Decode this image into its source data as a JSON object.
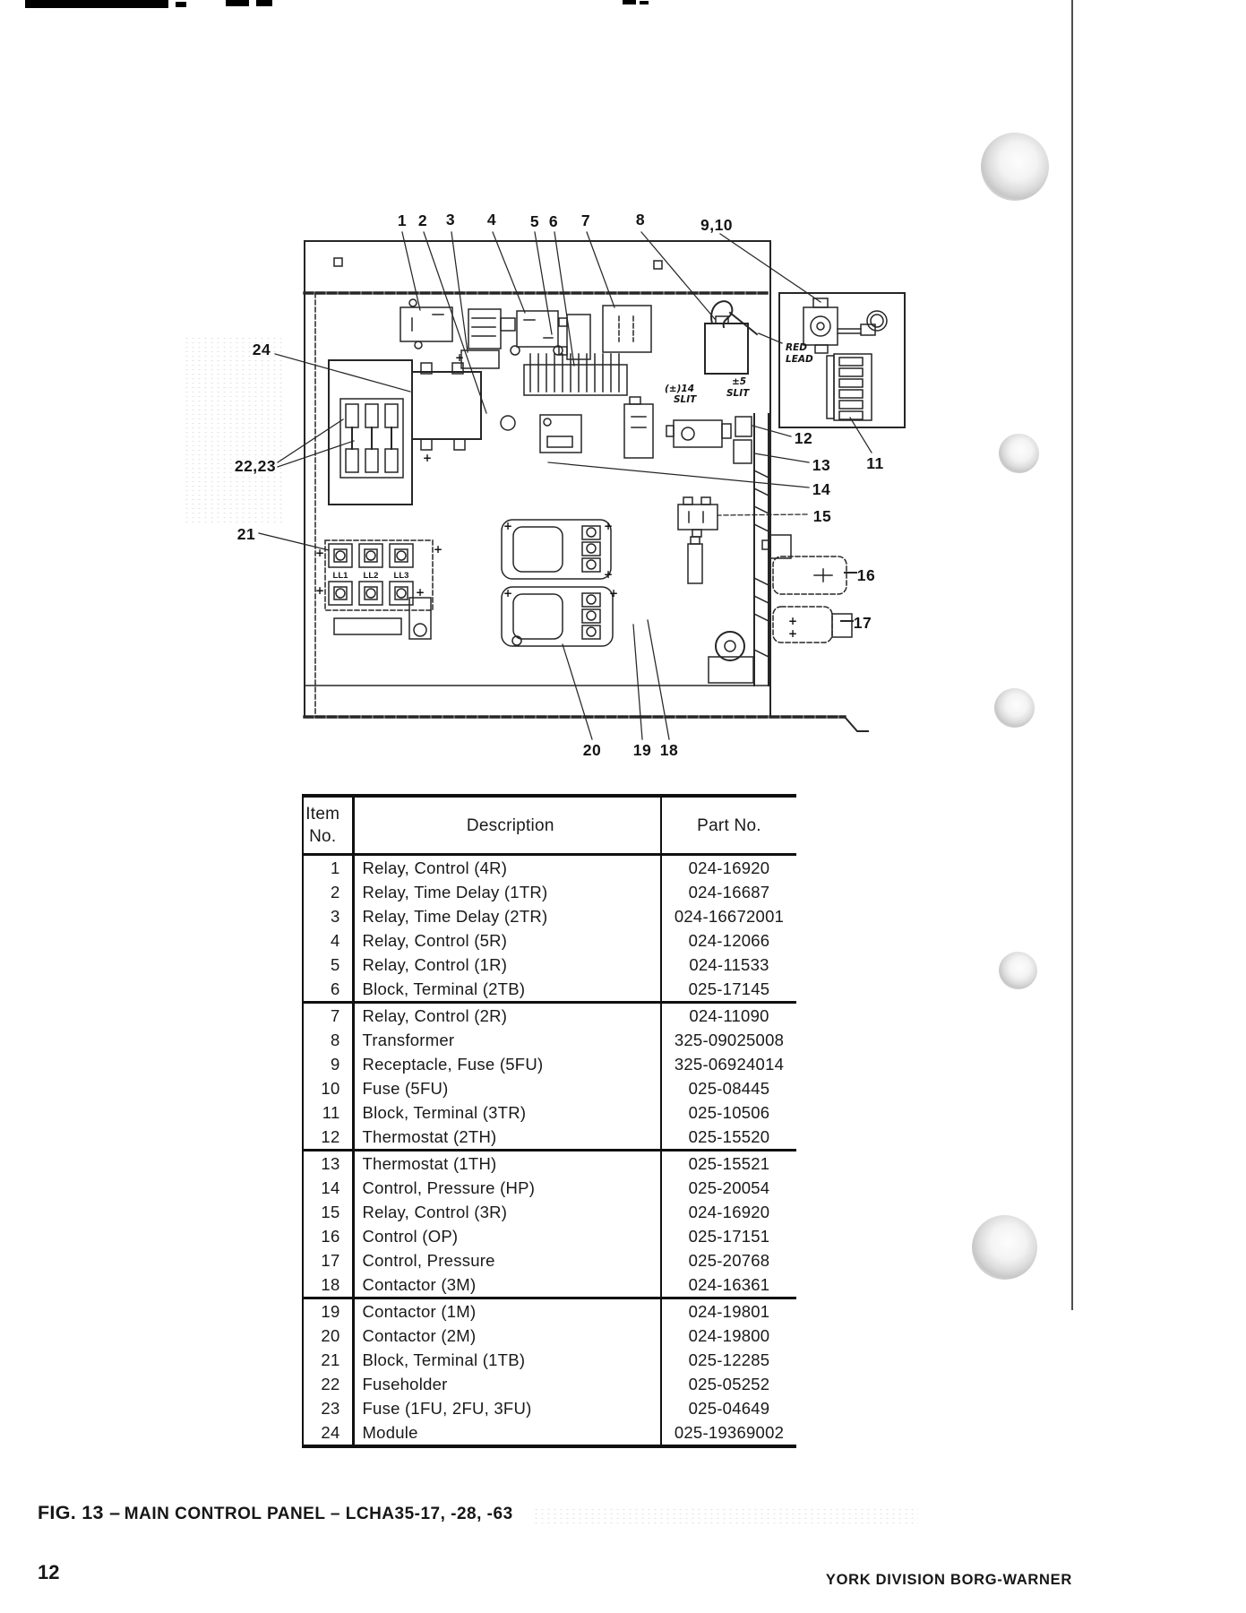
{
  "page": {
    "number": "12",
    "footer_right": "YORK DIVISION BORG-WARNER"
  },
  "figure": {
    "label": "FIG. 13 –",
    "title": "MAIN CONTROL PANEL – LCHA35-17, -28, -63"
  },
  "diagram": {
    "callouts": {
      "c1": "1",
      "c2": "2",
      "c3": "3",
      "c4": "4",
      "c5": "5",
      "c6": "6",
      "c7": "7",
      "c8": "8",
      "c9_10": "9,10",
      "c11": "11",
      "c12": "12",
      "c13": "13",
      "c14": "14",
      "c15": "15",
      "c16": "16",
      "c17": "17",
      "c18": "18",
      "c19": "19",
      "c20": "20",
      "c21": "21",
      "c22_23": "22,23",
      "c24": "24"
    },
    "labels": {
      "red_lead_1": "RED",
      "red_lead_2": "LEAD",
      "slit14_1": "(±)14",
      "slit14_2": "SLIT",
      "slit5_1": "±5",
      "slit5_2": "SLIT",
      "ll1": "LL1",
      "ll2": "LL2",
      "ll3": "LL3"
    }
  },
  "table": {
    "headers": {
      "item": "Item No.",
      "description": "Description",
      "part": "Part No."
    },
    "section_breaks": [
      6,
      12,
      18
    ],
    "rows": [
      {
        "item": "1",
        "description": "Relay, Control (4R)",
        "part": "024-16920"
      },
      {
        "item": "2",
        "description": "Relay, Time Delay (1TR)",
        "part": "024-16687"
      },
      {
        "item": "3",
        "description": "Relay, Time Delay (2TR)",
        "part": "024-16672001"
      },
      {
        "item": "4",
        "description": "Relay, Control (5R)",
        "part": "024-12066"
      },
      {
        "item": "5",
        "description": "Relay, Control (1R)",
        "part": "024-11533"
      },
      {
        "item": "6",
        "description": "Block, Terminal (2TB)",
        "part": "025-17145"
      },
      {
        "item": "7",
        "description": "Relay, Control (2R)",
        "part": "024-11090"
      },
      {
        "item": "8",
        "description": "Transformer",
        "part": "325-09025008"
      },
      {
        "item": "9",
        "description": "Receptacle, Fuse (5FU)",
        "part": "325-06924014"
      },
      {
        "item": "10",
        "description": "Fuse (5FU)",
        "part": "025-08445"
      },
      {
        "item": "11",
        "description": "Block, Terminal (3TR)",
        "part": "025-10506"
      },
      {
        "item": "12",
        "description": "Thermostat (2TH)",
        "part": "025-15520"
      },
      {
        "item": "13",
        "description": "Thermostat (1TH)",
        "part": "025-15521"
      },
      {
        "item": "14",
        "description": "Control, Pressure (HP)",
        "part": "025-20054"
      },
      {
        "item": "15",
        "description": "Relay, Control (3R)",
        "part": "024-16920"
      },
      {
        "item": "16",
        "description": "Control (OP)",
        "part": "025-17151"
      },
      {
        "item": "17",
        "description": "Control, Pressure",
        "part": "025-20768"
      },
      {
        "item": "18",
        "description": "Contactor (3M)",
        "part": "024-16361"
      },
      {
        "item": "19",
        "description": "Contactor (1M)",
        "part": "024-19801"
      },
      {
        "item": "20",
        "description": "Contactor (2M)",
        "part": "024-19800"
      },
      {
        "item": "21",
        "description": "Block, Terminal (1TB)",
        "part": "025-12285"
      },
      {
        "item": "22",
        "description": "Fuseholder",
        "part": "025-05252"
      },
      {
        "item": "23",
        "description": "Fuse (1FU, 2FU, 3FU)",
        "part": "025-04649"
      },
      {
        "item": "24",
        "description": "Module",
        "part": "025-19369002"
      }
    ]
  }
}
